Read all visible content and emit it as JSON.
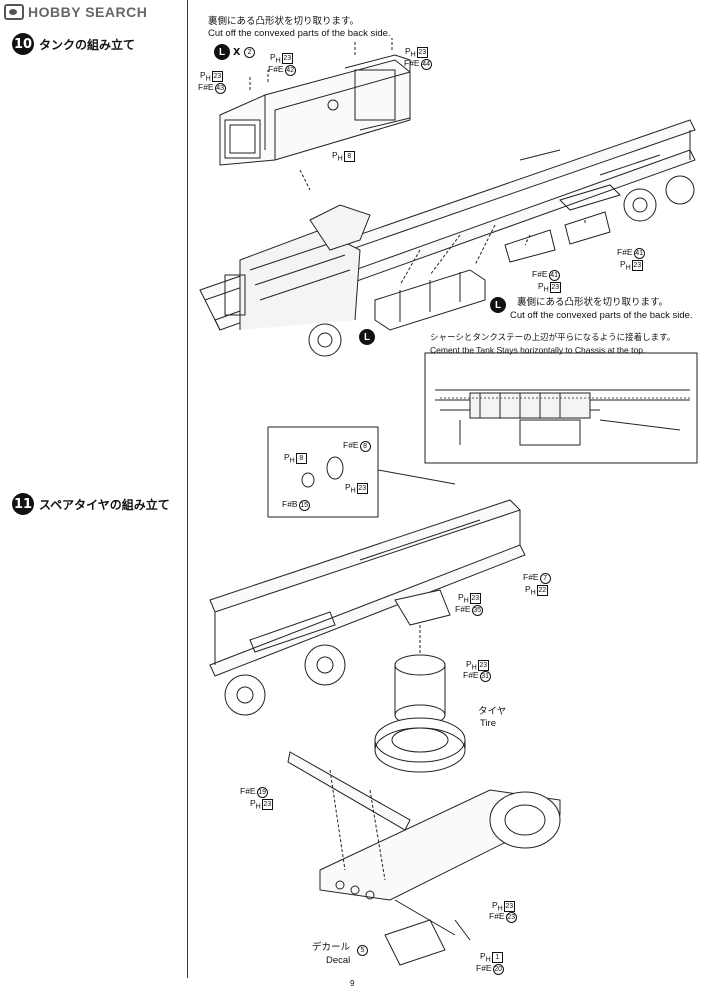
{
  "watermark": {
    "text": "HOBBY SEARCH"
  },
  "steps": [
    {
      "number": "10",
      "title": "タンクの組み立て"
    },
    {
      "number": "11",
      "title": "スペアタイヤの組み立て"
    }
  ],
  "step10": {
    "note_top_jp": "裏側にある凸形状を切り取ります。",
    "note_top_en": "Cut off the convexed parts of the back side.",
    "l_mark": "L",
    "l_times": "X",
    "l_count": "2",
    "labels": {
      "ph23_top": {
        "pre": "P",
        "sub": "H",
        "num": "23"
      },
      "fe44": {
        "pre": "F#E",
        "num": "44"
      },
      "ph23_mid": {
        "pre": "P",
        "sub": "H",
        "num": "23"
      },
      "fe42": {
        "pre": "F#E",
        "num": "42"
      },
      "ph23_left": {
        "pre": "P",
        "sub": "H",
        "num": "23"
      },
      "fe43": {
        "pre": "F#E",
        "num": "43"
      },
      "ph8": {
        "pre": "P",
        "sub": "H",
        "num": "8"
      },
      "fe41_r": {
        "pre": "F#E",
        "num": "41"
      },
      "ph23_r": {
        "pre": "P",
        "sub": "H",
        "num": "23"
      },
      "fe41_m": {
        "pre": "F#E",
        "num": "41"
      },
      "ph23_m": {
        "pre": "P",
        "sub": "H",
        "num": "23"
      }
    },
    "note_bottom_jp": "裏側にある凸形状を切り取ります。",
    "note_bottom_en": "Cut off the convexed parts of the back side.",
    "callout_jp": "シャーシとタンクステーの上辺が平らになるように接着します。",
    "callout_en": "Cement the Tank Stays horizontally to Chassis at the top.",
    "l_mark_a": "L",
    "l_mark_b": "L"
  },
  "step11": {
    "inset_labels": {
      "ph8": {
        "pre": "P",
        "sub": "H",
        "num": "8"
      },
      "fe8": {
        "pre": "F#E",
        "num": "8"
      },
      "ph23": {
        "pre": "P",
        "sub": "H",
        "num": "23"
      },
      "fb15": {
        "pre": "F#B",
        "num": "15"
      }
    },
    "labels": {
      "fe7": {
        "pre": "F#E",
        "num": "7"
      },
      "ph22": {
        "pre": "P",
        "sub": "H",
        "num": "22"
      },
      "ph23_a": {
        "pre": "P",
        "sub": "H",
        "num": "23"
      },
      "fe35": {
        "pre": "F#E",
        "num": "35"
      },
      "ph23_b": {
        "pre": "P",
        "sub": "H",
        "num": "23"
      },
      "fe31": {
        "pre": "F#E",
        "num": "31"
      },
      "fe19": {
        "pre": "F#E",
        "num": "19"
      },
      "ph23_c": {
        "pre": "P",
        "sub": "H",
        "num": "23"
      },
      "ph23_d": {
        "pre": "P",
        "sub": "H",
        "num": "23"
      },
      "fe23": {
        "pre": "F#E",
        "num": "23"
      },
      "ph1": {
        "pre": "P",
        "sub": "H",
        "num": "1"
      },
      "fe20": {
        "pre": "F#E",
        "num": "20"
      }
    },
    "tire_jp": "タイヤ",
    "tire_en": "Tire",
    "decal_jp": "デカール",
    "decal_en": "Decal",
    "decal_num": "5"
  },
  "page_number": "9"
}
